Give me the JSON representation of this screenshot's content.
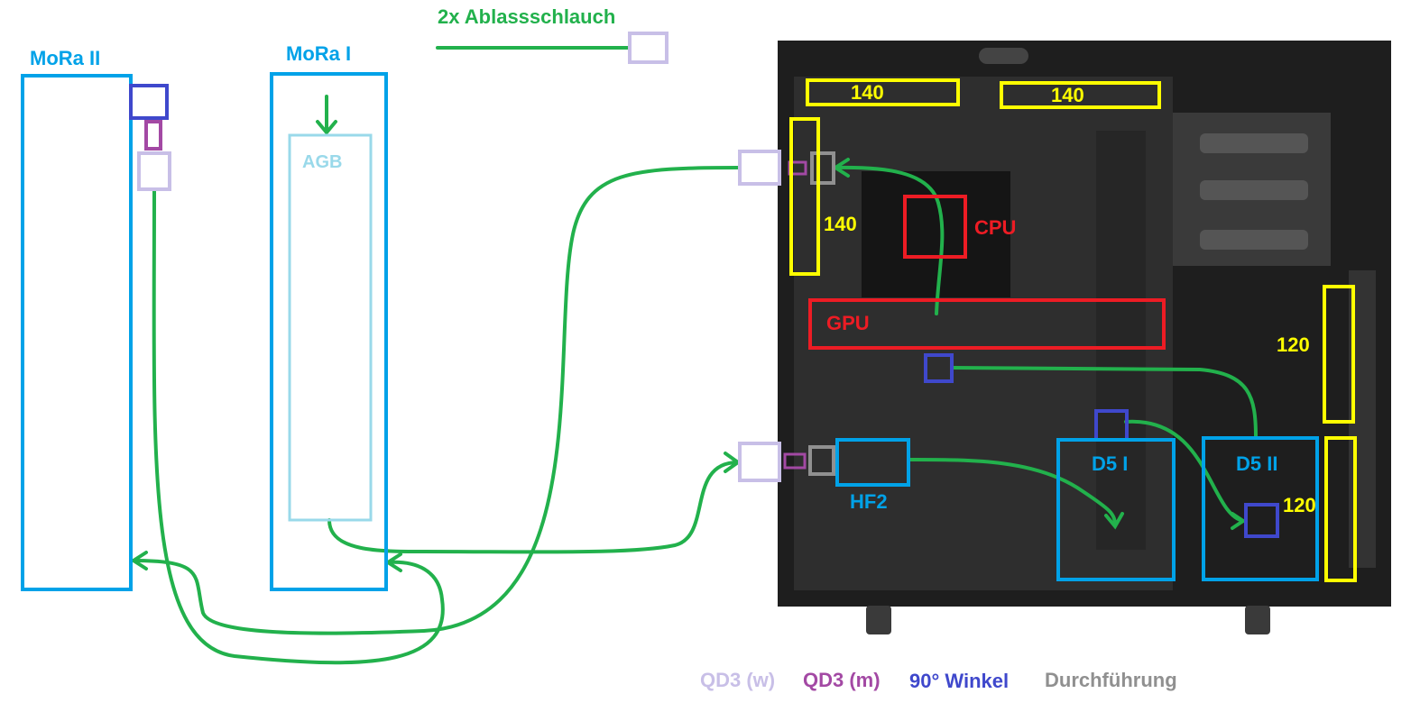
{
  "header": {
    "drain_hose_label": "2x Ablassschlauch"
  },
  "radiators": {
    "mora2": {
      "label": "MoRa II"
    },
    "mora1": {
      "label": "MoRa I"
    }
  },
  "reservoir": {
    "label": "AGB"
  },
  "case": {
    "fans": {
      "top_front": "140",
      "top_rear": "140",
      "rear": "140",
      "front_upper": "120",
      "front_lower": "120"
    },
    "cpu": "CPU",
    "gpu": "GPU",
    "hf2": "HF2",
    "pump1": "D5 I",
    "pump2": "D5 II"
  },
  "legend": {
    "qd3_w": "QD3 (w)",
    "qd3_m": "QD3 (m)",
    "winkel": "90° Winkel",
    "durchfuehrung": "Durchführung"
  },
  "colors": {
    "tube": "#22b14c",
    "qd3_w": "#c8bfe7",
    "qd3_m": "#a349a4",
    "winkel": "#3f48cc",
    "durchfuehrung": "#909090",
    "radiator": "#00a2e8",
    "reservoir": "#99d9ea",
    "fan": "#ffff00",
    "component": "#ed1c24",
    "pump": "#00a2e8",
    "case_body": "#222222"
  }
}
